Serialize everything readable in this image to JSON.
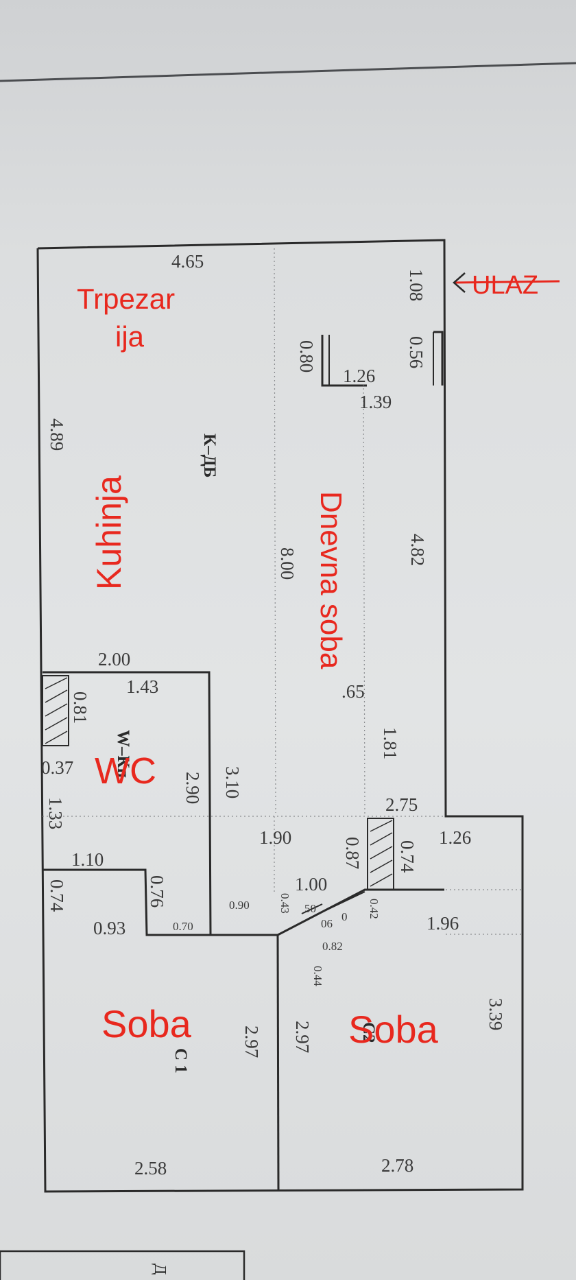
{
  "plan": {
    "room_codes": {
      "kitchen_living": "К–ДБ",
      "wc": "W–Кп",
      "room1": "С 1",
      "room2": "С2"
    },
    "annotations": {
      "entrance": "ULAZ",
      "dining": [
        "Trpezar",
        "ija"
      ],
      "kitchen": "Kuhinja",
      "living": "Dnevna soba",
      "wc": "WC",
      "room_left": "Soba",
      "room_right": "Soba"
    },
    "dimensions": {
      "top_width": "4.65",
      "entry_1": "1.08",
      "entry_2": "0.56",
      "closet_depth": "0.80",
      "closet_1": "1.26",
      "closet_2": "1.39",
      "left_wall": "4.89",
      "middle_length": "8.00",
      "right_wall": "4.82",
      "kitchen_bottom": "2.00",
      "wc_top": "1.43",
      "shaft_1": "0.81",
      "shaft_2": "0.37",
      "wc_side": "2.90",
      "wc_height": "1.33",
      "hall_length": "3.10",
      "living_seg": ".65",
      "right_seg": "1.81",
      "right_step": "2.75",
      "bath_width": "1.10",
      "hall_width": "1.90",
      "shaft_3": "0.87",
      "shaft_4": "0.74",
      "room2_top": "1.26",
      "small_1": "0.74",
      "small_2": "0.93",
      "small_3": "0.76",
      "small_4": "0.70",
      "door_1": "0.90",
      "door_2": "1.00",
      "door_3": "0.43",
      "door_4": "50",
      "door_5": "06",
      "door_6": "0",
      "door_7": "0.42",
      "door_8": "0.82",
      "door_9": "0.44",
      "room2_mid": "1.96",
      "room2_side": "3.39",
      "room1_height": "2.97",
      "room2_height": "2.97",
      "room1_width": "2.58",
      "room2_width": "2.78"
    },
    "footer_fragment": "Д",
    "colors": {
      "wall": "#2a2a2a",
      "dimension_text": "#3a3a3a",
      "annotation_red": "#e8281e",
      "paper": "#e0e2e3"
    }
  }
}
